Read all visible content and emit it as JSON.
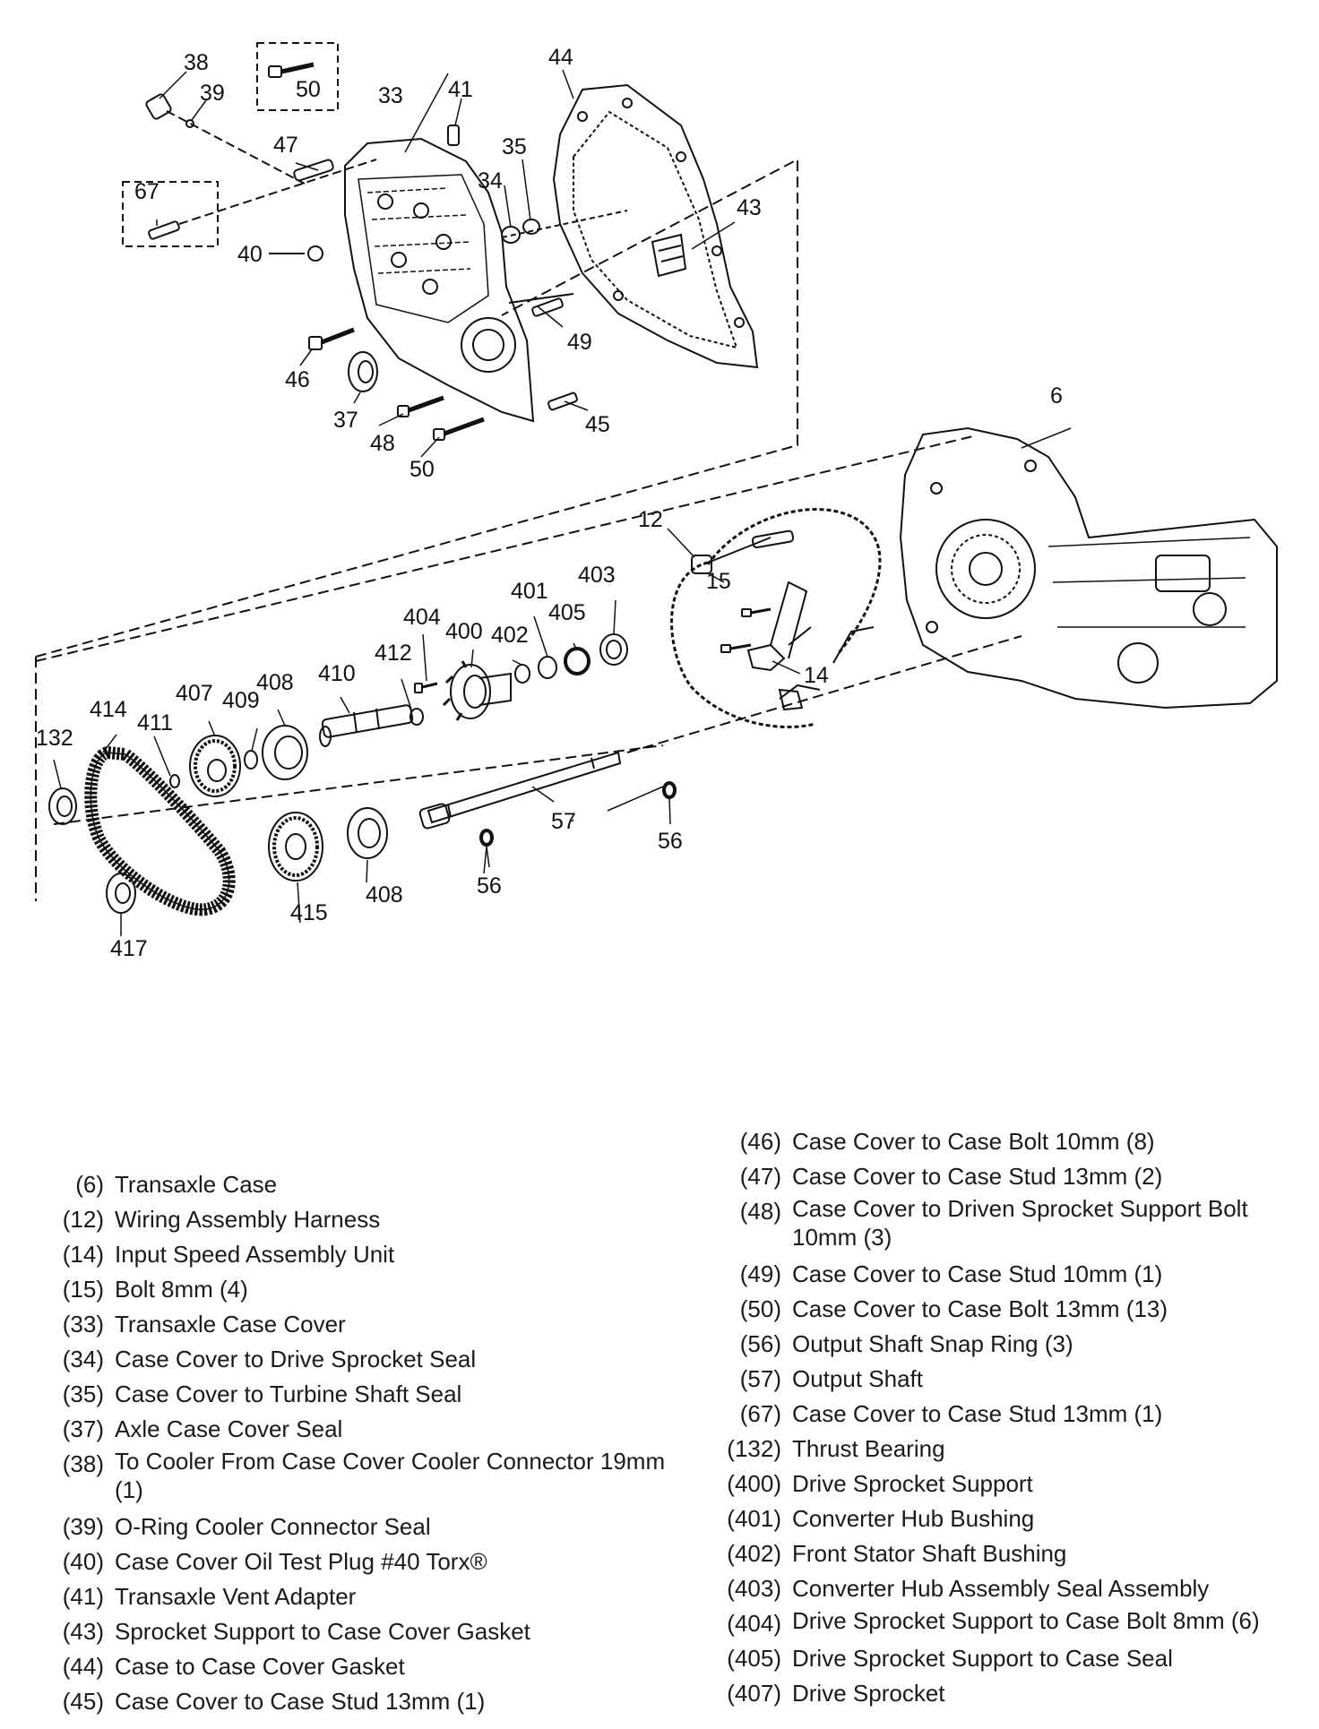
{
  "callouts": {
    "c38": "38",
    "c39": "39",
    "c50a": "50",
    "c33": "33",
    "c41": "41",
    "c44": "44",
    "c47": "47",
    "c67": "67",
    "c35": "35",
    "c34": "34",
    "c43": "43",
    "c40": "40",
    "c49": "49",
    "c46": "46",
    "c37": "37",
    "c48": "48",
    "c45": "45",
    "c50b": "50",
    "c6": "6",
    "c12": "12",
    "c15": "15",
    "c14": "14",
    "c404": "404",
    "c400": "400",
    "c402": "402",
    "c401": "401",
    "c405": "405",
    "c403": "403",
    "c412": "412",
    "c410": "410",
    "c408a": "408",
    "c407": "407",
    "c409": "409",
    "c414": "414",
    "c411": "411",
    "c132": "132",
    "c57": "57",
    "c56a": "56",
    "c56b": "56",
    "c408b": "408",
    "c415": "415",
    "c417": "417"
  },
  "legend_left": [
    {
      "code": "(6)",
      "desc": "Transaxle Case"
    },
    {
      "code": "(12)",
      "desc": "Wiring Assembly Harness"
    },
    {
      "code": "(14)",
      "desc": "Input Speed Assembly Unit"
    },
    {
      "code": "(15)",
      "desc": "Bolt 8mm (4)"
    },
    {
      "code": "(33)",
      "desc": "Transaxle Case Cover"
    },
    {
      "code": "(34)",
      "desc": "Case Cover to Drive Sprocket Seal"
    },
    {
      "code": "(35)",
      "desc": "Case Cover to Turbine Shaft Seal"
    },
    {
      "code": "(37)",
      "desc": "Axle Case Cover Seal"
    },
    {
      "code": "(38)",
      "desc": "To Cooler From Case Cover Cooler Connector 19mm (1)"
    },
    {
      "code": "(39)",
      "desc": "O-Ring Cooler Connector Seal"
    },
    {
      "code": "(40)",
      "desc": "Case Cover Oil Test Plug #40 Torx®"
    },
    {
      "code": "(41)",
      "desc": "Transaxle Vent Adapter"
    },
    {
      "code": "(43)",
      "desc": "Sprocket Support to Case Cover Gasket"
    },
    {
      "code": "(44)",
      "desc": "Case to Case Cover Gasket"
    },
    {
      "code": "(45)",
      "desc": "Case Cover to Case Stud 13mm (1)"
    }
  ],
  "legend_right": [
    {
      "code": "(46)",
      "desc": "Case Cover to Case Bolt 10mm (8)"
    },
    {
      "code": "(47)",
      "desc": "Case Cover to Case Stud 13mm (2)"
    },
    {
      "code": "(48)",
      "desc": "Case Cover to Driven Sprocket Support Bolt 10mm (3)"
    },
    {
      "code": "(49)",
      "desc": "Case Cover to Case Stud 10mm (1)"
    },
    {
      "code": "(50)",
      "desc": "Case Cover to Case Bolt 13mm (13)"
    },
    {
      "code": "(56)",
      "desc": "Output Shaft Snap Ring (3)"
    },
    {
      "code": "(57)",
      "desc": "Output Shaft"
    },
    {
      "code": "(67)",
      "desc": "Case Cover to Case Stud 13mm (1)"
    },
    {
      "code": "(132)",
      "desc": "Thrust Bearing"
    },
    {
      "code": "(400)",
      "desc": "Drive Sprocket Support"
    },
    {
      "code": "(401)",
      "desc": "Converter Hub Bushing"
    },
    {
      "code": "(402)",
      "desc": "Front Stator Shaft Bushing"
    },
    {
      "code": "(403)",
      "desc": "Converter Hub Assembly Seal Assembly"
    },
    {
      "code": "(404)",
      "desc": "Drive Sprocket Support to Case Bolt 8mm (6)"
    },
    {
      "code": "(405)",
      "desc": "Drive Sprocket Support to Case Seal"
    },
    {
      "code": "(407)",
      "desc": "Drive Sprocket"
    }
  ]
}
